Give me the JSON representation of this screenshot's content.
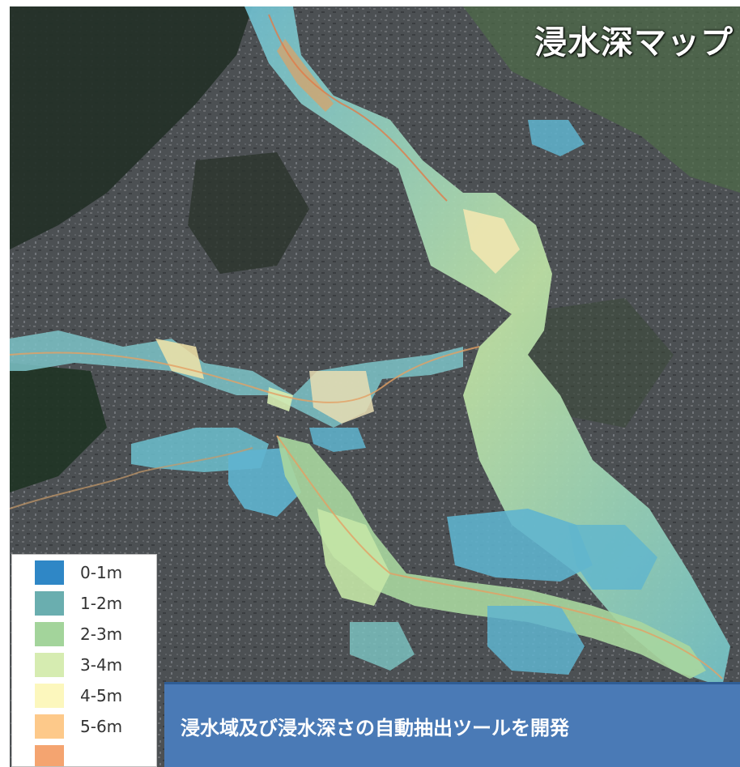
{
  "map": {
    "title": "浸水深マップ",
    "legend": {
      "items": [
        {
          "label": "0-1m",
          "color": "#2f87c6"
        },
        {
          "label": "1-2m",
          "color": "#6aaeaf"
        },
        {
          "label": "2-3m",
          "color": "#a3d49b"
        },
        {
          "label": "3-4m",
          "color": "#d6ecb1"
        },
        {
          "label": "4-5m",
          "color": "#fcf7bd"
        },
        {
          "label": "5-6m",
          "color": "#fdc98a"
        }
      ],
      "partial_next_color": "#f4a470"
    },
    "caption": "浸水域及び浸水深さの自動抽出ツールを開発"
  },
  "colors": {
    "caption_bg": "#4a7ab6",
    "flood_shallow": "#5fb4cf",
    "flood_mid": "#b7e2a0",
    "flood_deep": "#f1e6b0",
    "terrain_dark": "#2e332f",
    "terrain_urban": "#55585b"
  }
}
